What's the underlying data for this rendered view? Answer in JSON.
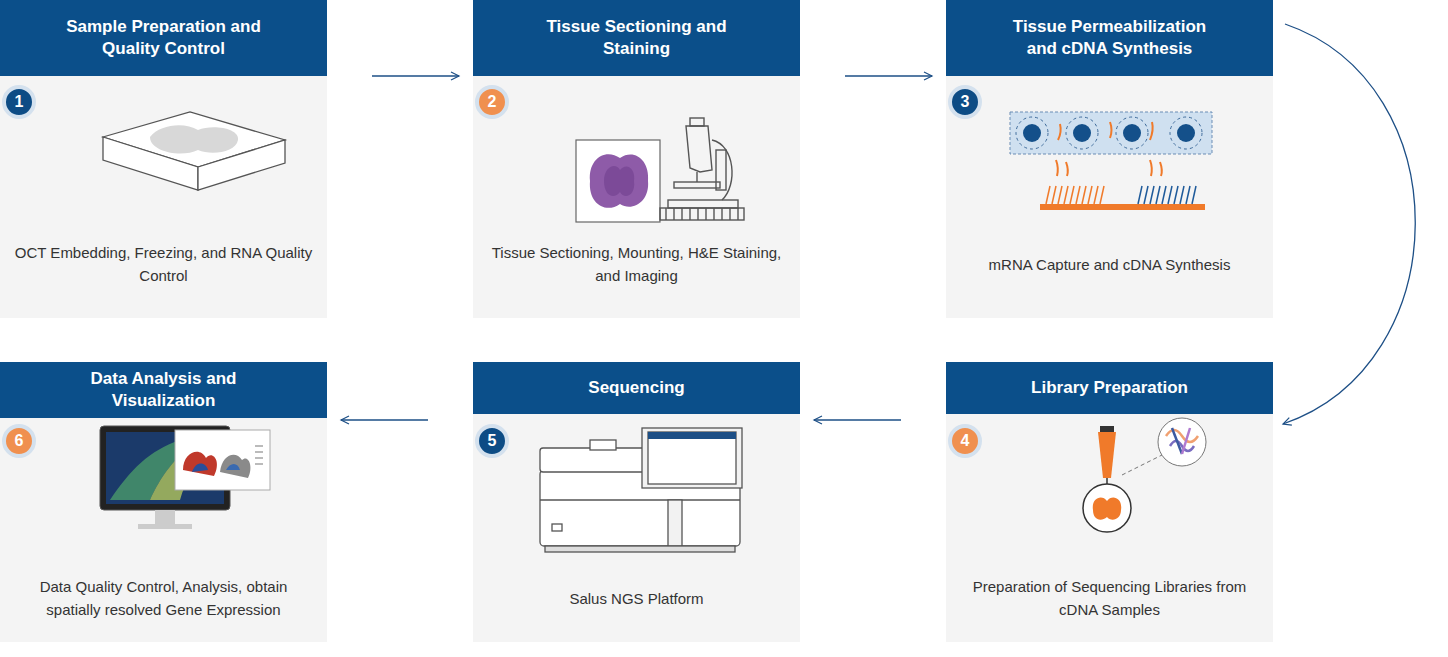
{
  "diagram": {
    "nodes": [
      {
        "text": [
          "Sample Preparation and Quality Control",
          "OCT Embedding, Freezing, and RNA Quality Control"
        ]
      },
      {
        "text": [
          "1"
        ],
        "in": 0
      },
      {
        "text": [
          "Tissue Sectioning and Staining",
          "Tissue Sectioning, Mounting, H&E Staining, and Imaging"
        ]
      },
      {
        "text": [
          "2"
        ],
        "in": 2
      },
      {
        "text": [
          "Tissue Permeabilization and cDNA Synthesis",
          "mRNA Capture and cDNA Synthesis"
        ]
      },
      {
        "text": [
          "3"
        ],
        "in": 4
      },
      {
        "text": [
          "Library Preparation",
          "Preparation of Sequencing Libraries from cDNA Samples"
        ]
      },
      {
        "text": [
          "4"
        ],
        "in": 6
      },
      {
        "text": [
          "Sequencing",
          "Salus NGS Platform"
        ]
      },
      {
        "text": [
          "5"
        ],
        "in": 8
      },
      {
        "text": [
          "Data Analysis and Visualization",
          "Data Quality Control, Analysis, obtain spatially resolved Gene Expression"
        ]
      },
      {
        "text": [
          "6"
        ],
        "in": 10
      }
    ],
    "edges": [
      {
        "from": 0,
        "to": 2,
        "arrow": "to"
      },
      {
        "from": 2,
        "to": 4,
        "arrow": "to"
      },
      {
        "from": 4,
        "to": 6,
        "arrow": "to"
      },
      {
        "from": 6,
        "to": 8,
        "arrow": "to"
      },
      {
        "from": 8,
        "to": 10,
        "arrow": "to"
      }
    ]
  }
}
